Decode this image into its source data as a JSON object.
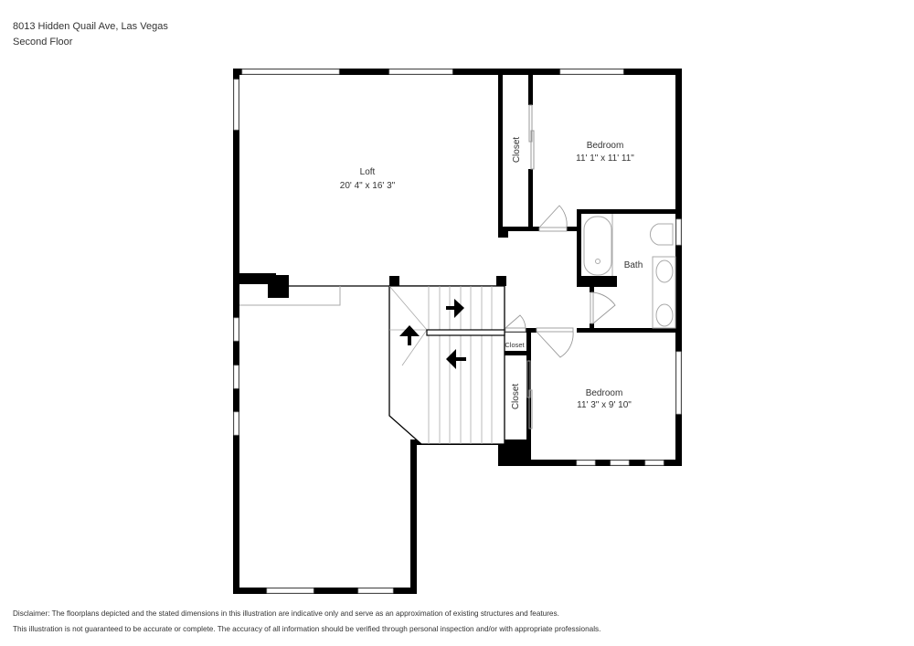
{
  "header": {
    "address": "8013 Hidden Quail Ave, Las Vegas",
    "floor": "Second Floor"
  },
  "rooms": {
    "loft": {
      "name": "Loft",
      "dims": "20' 4\" x 16' 3\""
    },
    "bedroom_1": {
      "name": "Bedroom",
      "dims": "11' 1\" x 11' 11\""
    },
    "bedroom_2": {
      "name": "Bedroom",
      "dims": "11' 3\" x 9' 10\""
    },
    "bath": {
      "name": "Bath"
    },
    "closet_1": {
      "name": "Closet"
    },
    "closet_2": {
      "name": "Closet"
    },
    "closet_3": {
      "name": "Closet"
    }
  },
  "disclaimer": {
    "line1": "Disclaimer: The floorplans depicted and the stated dimensions in this illustration are indicative only and serve as an approximation of existing structures and features.",
    "line2": "This illustration is not guaranteed to be accurate or complete. The accuracy of all information should be verified through personal inspection and/or with appropriate professionals."
  },
  "colors": {
    "wall": "#000000",
    "window": "#ffffff",
    "fixture": "#aaaaaa",
    "text": "#333333"
  }
}
